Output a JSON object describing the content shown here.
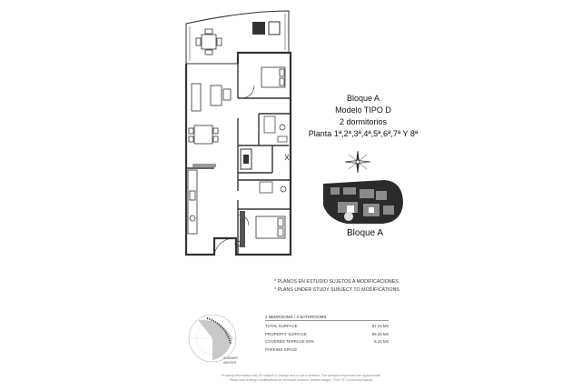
{
  "header": {
    "block": "Bloque A",
    "model": "Modelo TIPO D",
    "bedrooms": "2 dormitorios",
    "floors": "Planta 1ª,2ª,3ª,4ª,5ª,6ª,7ª Y 8ª"
  },
  "keyplan": {
    "label": "Bloque A"
  },
  "notes": [
    "* PLANOS EN ESTUDIO SUJETOS A MODIFICACIONES",
    "* PLANS UNDER STUDY SUBJECT TO MODIFICATIONS"
  ],
  "sun": {
    "summer": "SUMMER",
    "winter": "WINTER"
  },
  "surfaces": {
    "heading": "2 BEDROOMS / 2 BATHROOMS",
    "rows": [
      {
        "label": "TOTAL SURFACE",
        "value": "97.44 M2"
      },
      {
        "label": "PROPERTY SURFACE",
        "value": "89.29 M2"
      },
      {
        "label": "COVERED TERRACE 50%",
        "value": "8.15 M2"
      },
      {
        "label": "PARKING SPACE",
        "value": ""
      }
    ]
  },
  "disclaimer": [
    "Property information may be subject to change and is not a contract. The surfaces expressed are approximate.",
    "Plans may undergo modifications for technical reasons. Artistic images. Free Of Contractual Nature."
  ],
  "colors": {
    "line": "#333333",
    "fill": "#777777",
    "shade": "#cccccc"
  }
}
